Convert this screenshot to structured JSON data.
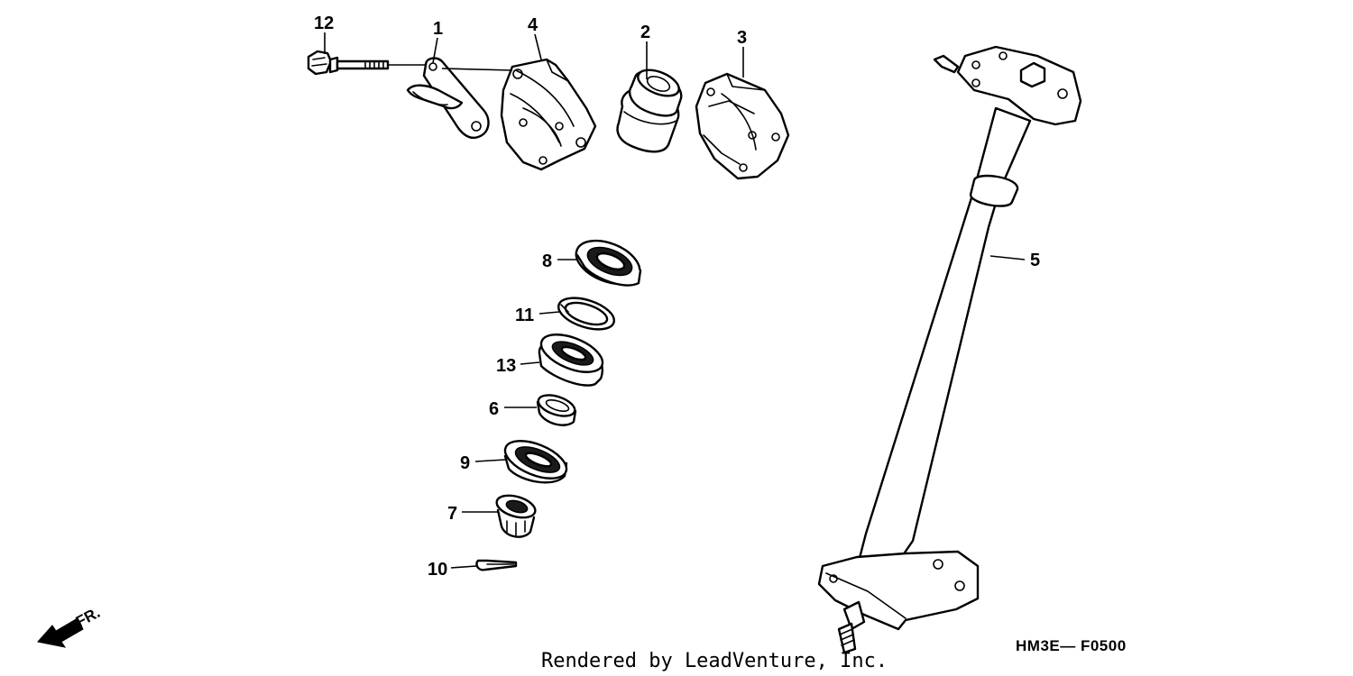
{
  "diagram_code": "HM3E— F0500",
  "credit": "Rendered by LeadVenture, Inc.",
  "front_indicator": "FR.",
  "callouts": [
    {
      "id": "c12",
      "label": "12"
    },
    {
      "id": "c1",
      "label": "1"
    },
    {
      "id": "c4",
      "label": "4"
    },
    {
      "id": "c2",
      "label": "2"
    },
    {
      "id": "c3",
      "label": "3"
    },
    {
      "id": "c5",
      "label": "5"
    },
    {
      "id": "c8",
      "label": "8"
    },
    {
      "id": "c11",
      "label": "11"
    },
    {
      "id": "c13",
      "label": "13"
    },
    {
      "id": "c6",
      "label": "6"
    },
    {
      "id": "c9",
      "label": "9"
    },
    {
      "id": "c7",
      "label": "7"
    },
    {
      "id": "c10",
      "label": "10"
    }
  ]
}
